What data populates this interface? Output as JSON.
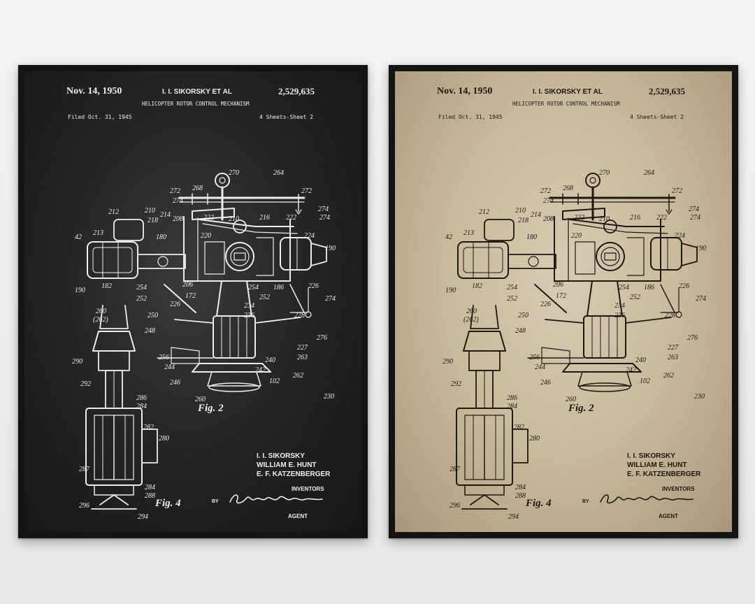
{
  "posters": [
    {
      "style": "chalkboard",
      "colors": {
        "background": "#262626",
        "ink": "#eeeeee"
      },
      "patent_date": "Nov. 14, 1950",
      "inventor_header": "I. I. SIKORSKY  ET AL",
      "patent_number": "2,529,635",
      "title": "HELICOPTER ROTOR CONTROL MECHANISM",
      "filed": "Filed Oct. 31, 1945",
      "sheet": "4 Sheets-Sheet 2",
      "inventors": [
        "I. I. SIKORSKY",
        "WILLIAM E. HUNT",
        "E. F. KATZENBERGER"
      ],
      "inventors_label": "INVENTORS",
      "by_label": "BY",
      "signature": "Gifford S. Holmes",
      "agent_label": "AGENT",
      "figure_labels": [
        "Fig. 2",
        "Fig. 4"
      ]
    },
    {
      "style": "vintage-sepia",
      "colors": {
        "background": "#c9b99c",
        "ink": "#1c1812"
      },
      "patent_date": "Nov. 14, 1950",
      "inventor_header": "I. I. SIKORSKY  ET AL",
      "patent_number": "2,529,635",
      "title": "HELICOPTER ROTOR CONTROL MECHANISM",
      "filed": "Filed Oct. 31, 1945",
      "sheet": "4 Sheets-Sheet 2",
      "inventors": [
        "I. I. SIKORSKY",
        "WILLIAM E. HUNT",
        "E. F. KATZENBERGER"
      ],
      "inventors_label": "INVENTORS",
      "by_label": "BY",
      "signature": "Gifford S. Holmes",
      "agent_label": "AGENT",
      "figure_labels": [
        "Fig. 2",
        "Fig. 4"
      ]
    }
  ],
  "reference_numerals": [
    "270",
    "264",
    "268",
    "272",
    "272",
    "274",
    "274",
    "212",
    "210",
    "214",
    "218",
    "208",
    "222",
    "210",
    "216",
    "222",
    "274",
    "42",
    "213",
    "180",
    "220",
    "224",
    "190",
    "190",
    "182",
    "254",
    "206",
    "172",
    "254",
    "186",
    "226",
    "252",
    "252",
    "274",
    "260",
    "(262)",
    "250",
    "226",
    "234",
    "236",
    "228",
    "248",
    "276",
    "227",
    "256",
    "240",
    "263",
    "244",
    "242",
    "290",
    "262",
    "246",
    "260",
    "102",
    "230",
    "292",
    "286",
    "284",
    "282",
    "280",
    "287",
    "284",
    "288",
    "296",
    "294"
  ]
}
